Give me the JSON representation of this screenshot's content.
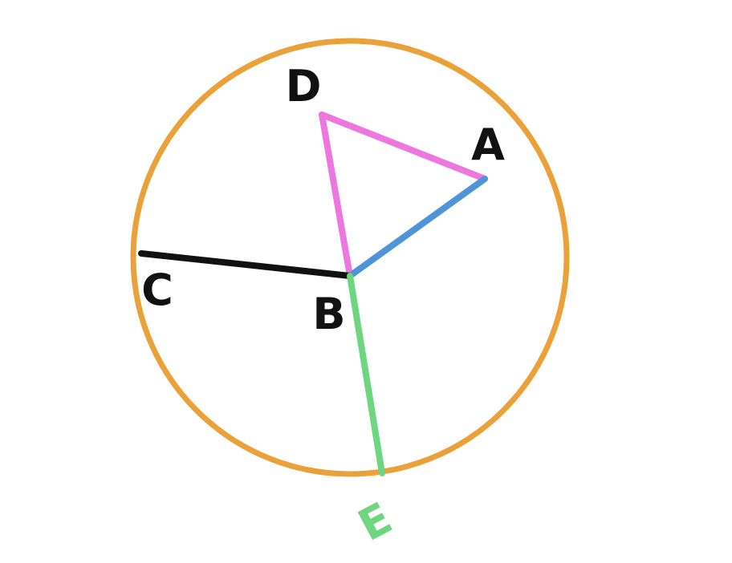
{
  "diagram": {
    "colors": {
      "circle": "#EBA13A",
      "DA": "#EC77DE",
      "DB": "#EC77DE",
      "AB": "#4F93D8",
      "CB": "#111111",
      "BE": "#6DD67E",
      "label_default": "#111111",
      "label_E": "#6DD67E"
    },
    "labels": {
      "A": "A",
      "B": "B",
      "C": "C",
      "D": "D",
      "E": "E"
    }
  }
}
